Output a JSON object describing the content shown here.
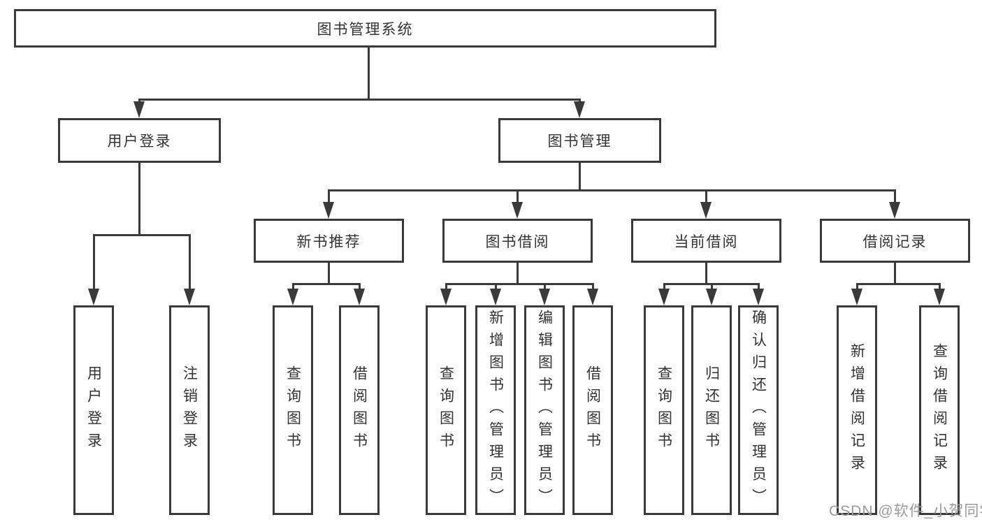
{
  "diagram": {
    "type": "tree-hierarchy",
    "colors": {
      "line": "#3a3a3a",
      "box_border": "#3a3a3a",
      "text": "#333333",
      "background": "#ffffff",
      "watermark": "#9b9b9b"
    },
    "tree": {
      "label": "图书管理系统",
      "children": [
        {
          "label": "用户登录",
          "children": [
            {
              "label": "用户登录"
            },
            {
              "label": "注销登录"
            }
          ]
        },
        {
          "label": "图书管理",
          "children": [
            {
              "label": "新书推荐",
              "children": [
                {
                  "label": "查询图书"
                },
                {
                  "label": "借阅图书"
                }
              ]
            },
            {
              "label": "图书借阅",
              "children": [
                {
                  "label": "查询图书"
                },
                {
                  "label": "新增图书（管理员）"
                },
                {
                  "label": "编辑图书（管理员）"
                },
                {
                  "label": "借阅图书"
                }
              ]
            },
            {
              "label": "当前借阅",
              "children": [
                {
                  "label": "查询图书"
                },
                {
                  "label": "归还图书"
                },
                {
                  "label": "确认归还（管理员）"
                }
              ]
            },
            {
              "label": "借阅记录",
              "children": [
                {
                  "label": "新增借阅记录"
                },
                {
                  "label": "查询借阅记录"
                }
              ]
            }
          ]
        }
      ]
    },
    "watermark": {
      "text": "CSDN @软件_小贺同学"
    }
  }
}
